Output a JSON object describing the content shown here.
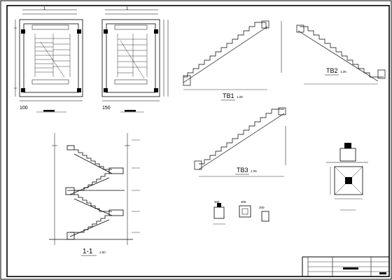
{
  "drawing": {
    "plan_a": {
      "dim_bottom": "100"
    },
    "plan_b": {
      "dim_bottom": "150"
    },
    "stair_tb1": {
      "title": "TB1",
      "scale": "1:25"
    },
    "stair_tb2": {
      "title": "TB2",
      "scale": "1:25"
    },
    "stair_tb3": {
      "title": "TB3",
      "scale": "1:25"
    },
    "section": {
      "title": "1-1",
      "scale": "1:50"
    },
    "details": {
      "dim_a": "300",
      "dim_b": "300",
      "dim_c": "200"
    }
  }
}
